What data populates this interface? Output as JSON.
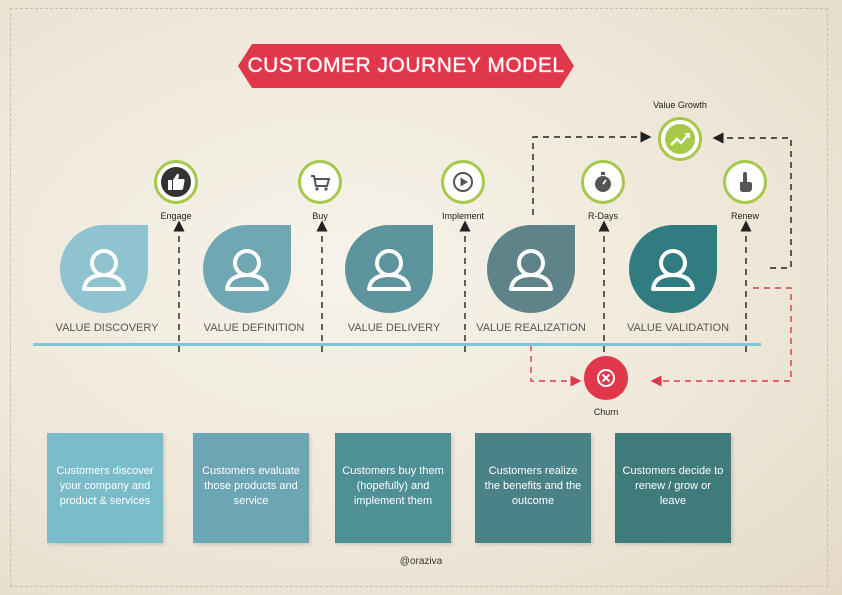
{
  "title": "CUSTOMER JOURNEY MODEL",
  "stages": [
    {
      "label": "VALUE DISCOVERY",
      "color": "#8ec3cf",
      "description": "Customers discover your company and product & services",
      "box_color": "#7bbccb"
    },
    {
      "label": "VALUE DEFINITION",
      "color": "#6fa7b3",
      "description": "Customers evaluate those products and service",
      "box_color": "#6ca5b3"
    },
    {
      "label": "VALUE DELIVERY",
      "color": "#5d949d",
      "description": "Customers buy them (hopefully) and implement them",
      "box_color": "#4f8f96"
    },
    {
      "label": "VALUE REALIZATION",
      "color": "#5e8388",
      "description": "Customers realize the benefits and the outcome",
      "box_color": "#4a8287"
    },
    {
      "label": "VALUE VALIDATION",
      "color": "#317c80",
      "description": "Customers decide to renew / grow or leave",
      "box_color": "#3e7b7a"
    }
  ],
  "touchpoints": [
    {
      "label": "Engage",
      "icon": "thumbs-up-icon"
    },
    {
      "label": "Buy",
      "icon": "shopping-cart-icon"
    },
    {
      "label": "Implement",
      "icon": "play-icon"
    },
    {
      "label": "R-Days",
      "icon": "stopwatch-icon"
    },
    {
      "label": "Renew",
      "icon": "pointer-hand-icon"
    }
  ],
  "value_growth": {
    "label": "Value Growth",
    "icon": "growth-arrow-icon"
  },
  "churn": {
    "label": "Churn",
    "icon": "cancel-icon"
  },
  "credit": "@oraziva",
  "colors": {
    "banner": "#e0374b",
    "accent_green": "#a6c94a",
    "churn_red": "#e0374b",
    "timeline": "#7ec6d3"
  }
}
